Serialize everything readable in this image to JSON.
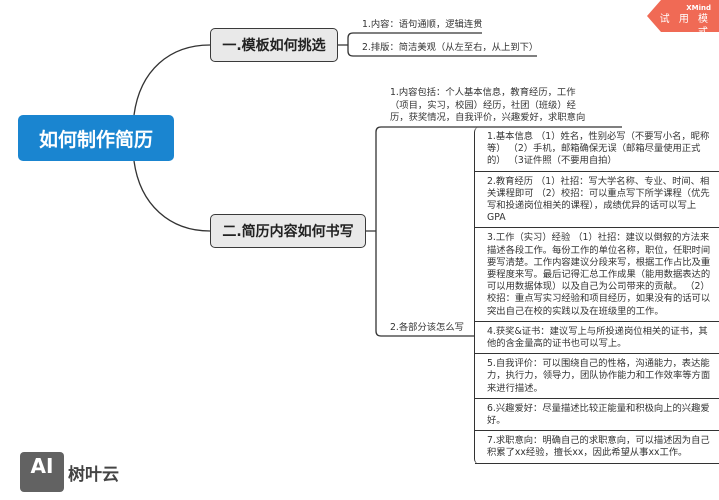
{
  "central_topic": "如何制作简历",
  "branches": [
    {
      "label": "一.模板如何挑选",
      "children": [
        "1.内容：语句通顺，逻辑连贯",
        "2.排版：简洁美观（从左至右，从上到下）"
      ]
    },
    {
      "label": "二.简历内容如何书写",
      "children": [
        "1.内容包括：个人基本信息，教育经历，工作（项目，实习，校园）经历，社团（班级）经历，获奖情况，自我评价，兴趣爱好，求职意向",
        "2.各部分该怎么写"
      ],
      "details": [
        "1.基本信息 （1）姓名，性别必写（不要写小名，昵称等） （2）手机，邮箱确保无误（邮箱尽量使用正式的） （3证件照（不要用自拍）",
        "2.教育经历 （1）社招：写大学名称、专业、时间、相关课程即可 （2）校招：可以重点写下所学课程（优先写和投递岗位相关的课程），成绩优异的话可以写上GPA",
        "3.工作（实习）经验 （1）社招：建议以倒叙的方法来描述各段工作。每份工作的单位名称，职位，任职时间要写清楚。工作内容建议分段来写，根据工作占比及重要程度来写。最后记得汇总工作成果（能用数据表达的可以用数据体现）以及自己为公司带来的贡献。 （2）校招：重点写实习经验和项目经历，如果没有的话可以突出自己在校的实践以及在班级里的工作。",
        "4.获奖&证书：建议写上与所投递岗位相关的证书，其他的含金量高的证书也可以写上。",
        "5.自我评价：可以围绕自己的性格，沟通能力，表达能力，执行力，领导力，团队协作能力和工作效率等方面来进行描述。",
        "6.兴趣爱好：尽量描述比较正能量和积极向上的兴趣爱好。",
        "7.求职意向：明确自己的求职意向，可以描述因为自己积累了xx经验，擅长xx，因此希望从事xx工作。"
      ]
    }
  ],
  "badge": {
    "brand": "XMind",
    "mode": "试 用 模 式"
  },
  "watermark": {
    "logo": "AI",
    "text": "树叶云"
  },
  "colors": {
    "central": "#1a85d0",
    "branch_fill": "#e9e9e9",
    "badge": "#f06a55",
    "line": "#333333"
  }
}
